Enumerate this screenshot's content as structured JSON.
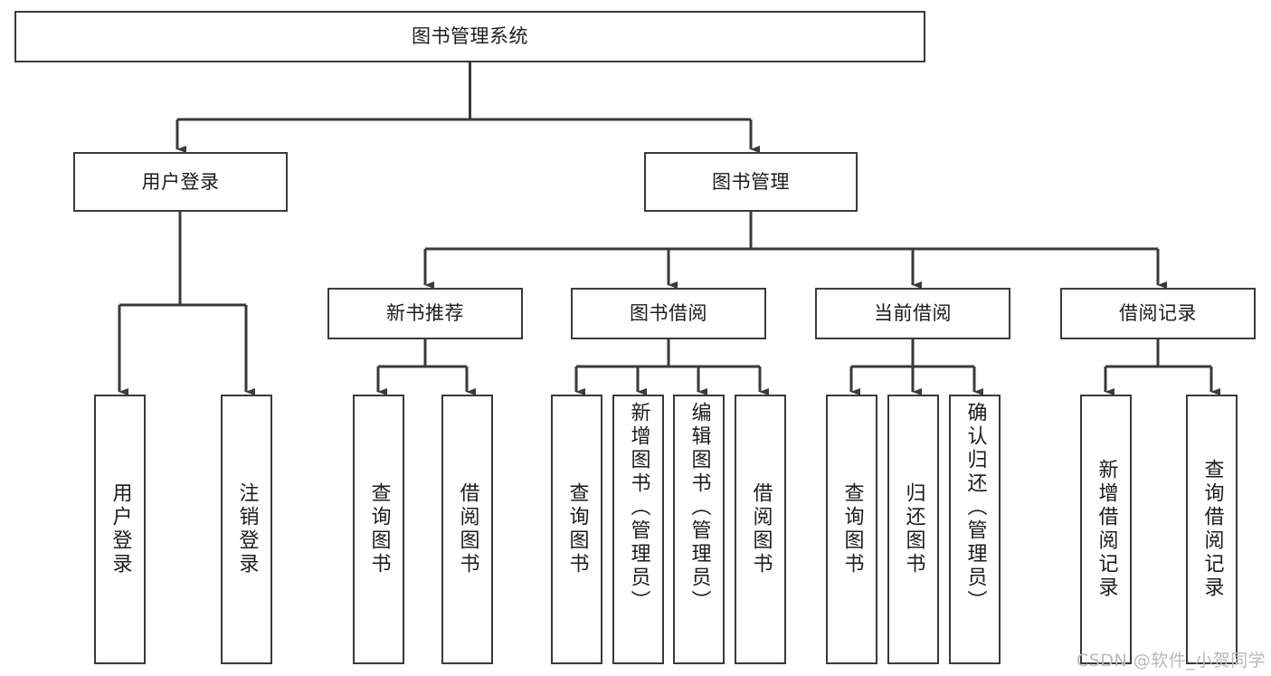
{
  "diagram": {
    "title": "图书管理系统",
    "type": "hierarchy-tree",
    "watermark": "CSDN @软件_小贺同学",
    "accent_color": "#3a3a3a",
    "background_color": "#ffffff",
    "text_color": "#1c1c1c",
    "watermark_color": "#b9b9b9",
    "levels": [
      {
        "level": 1,
        "nodes": [
          {
            "id": "root",
            "label": "图书管理系统",
            "orientation": "horizontal"
          }
        ]
      },
      {
        "level": 2,
        "nodes": [
          {
            "id": "user-login",
            "label": "用户登录",
            "orientation": "horizontal",
            "parent": "root"
          },
          {
            "id": "book-manage",
            "label": "图书管理",
            "orientation": "horizontal",
            "parent": "root"
          }
        ]
      },
      {
        "level": 3,
        "nodes": [
          {
            "id": "new-book-rec",
            "label": "新书推荐",
            "orientation": "horizontal",
            "parent": "book-manage"
          },
          {
            "id": "book-borrow",
            "label": "图书借阅",
            "orientation": "horizontal",
            "parent": "book-manage"
          },
          {
            "id": "current-borrow",
            "label": "当前借阅",
            "orientation": "horizontal",
            "parent": "book-manage"
          },
          {
            "id": "borrow-record",
            "label": "借阅记录",
            "orientation": "horizontal",
            "parent": "book-manage"
          }
        ]
      },
      {
        "level": 4,
        "nodes": [
          {
            "id": "leaf-user-login",
            "label": "用户登录",
            "orientation": "vertical",
            "parent": "user-login"
          },
          {
            "id": "leaf-user-logout",
            "label": "注销登录",
            "orientation": "vertical",
            "parent": "user-login"
          },
          {
            "id": "leaf-query-book-1",
            "label": "查询图书",
            "orientation": "vertical",
            "parent": "new-book-rec"
          },
          {
            "id": "leaf-borrow-book-1",
            "label": "借阅图书",
            "orientation": "vertical",
            "parent": "new-book-rec"
          },
          {
            "id": "leaf-query-book-2",
            "label": "查询图书",
            "orientation": "vertical",
            "parent": "book-borrow"
          },
          {
            "id": "leaf-add-book",
            "label": "新增图书（管理员）",
            "orientation": "vertical",
            "parent": "book-borrow"
          },
          {
            "id": "leaf-edit-book",
            "label": "编辑图书（管理员）",
            "orientation": "vertical",
            "parent": "book-borrow"
          },
          {
            "id": "leaf-borrow-book-2",
            "label": "借阅图书",
            "orientation": "vertical",
            "parent": "book-borrow"
          },
          {
            "id": "leaf-query-book-3",
            "label": "查询图书",
            "orientation": "vertical",
            "parent": "current-borrow"
          },
          {
            "id": "leaf-return-book",
            "label": "归还图书",
            "orientation": "vertical",
            "parent": "current-borrow"
          },
          {
            "id": "leaf-confirm-return",
            "label": "确认归还（管理员）",
            "orientation": "vertical",
            "parent": "current-borrow"
          },
          {
            "id": "leaf-add-record",
            "label": "新增借阅记录",
            "orientation": "vertical",
            "parent": "borrow-record"
          },
          {
            "id": "leaf-query-record",
            "label": "查询借阅记录",
            "orientation": "vertical",
            "parent": "borrow-record"
          }
        ]
      }
    ]
  }
}
